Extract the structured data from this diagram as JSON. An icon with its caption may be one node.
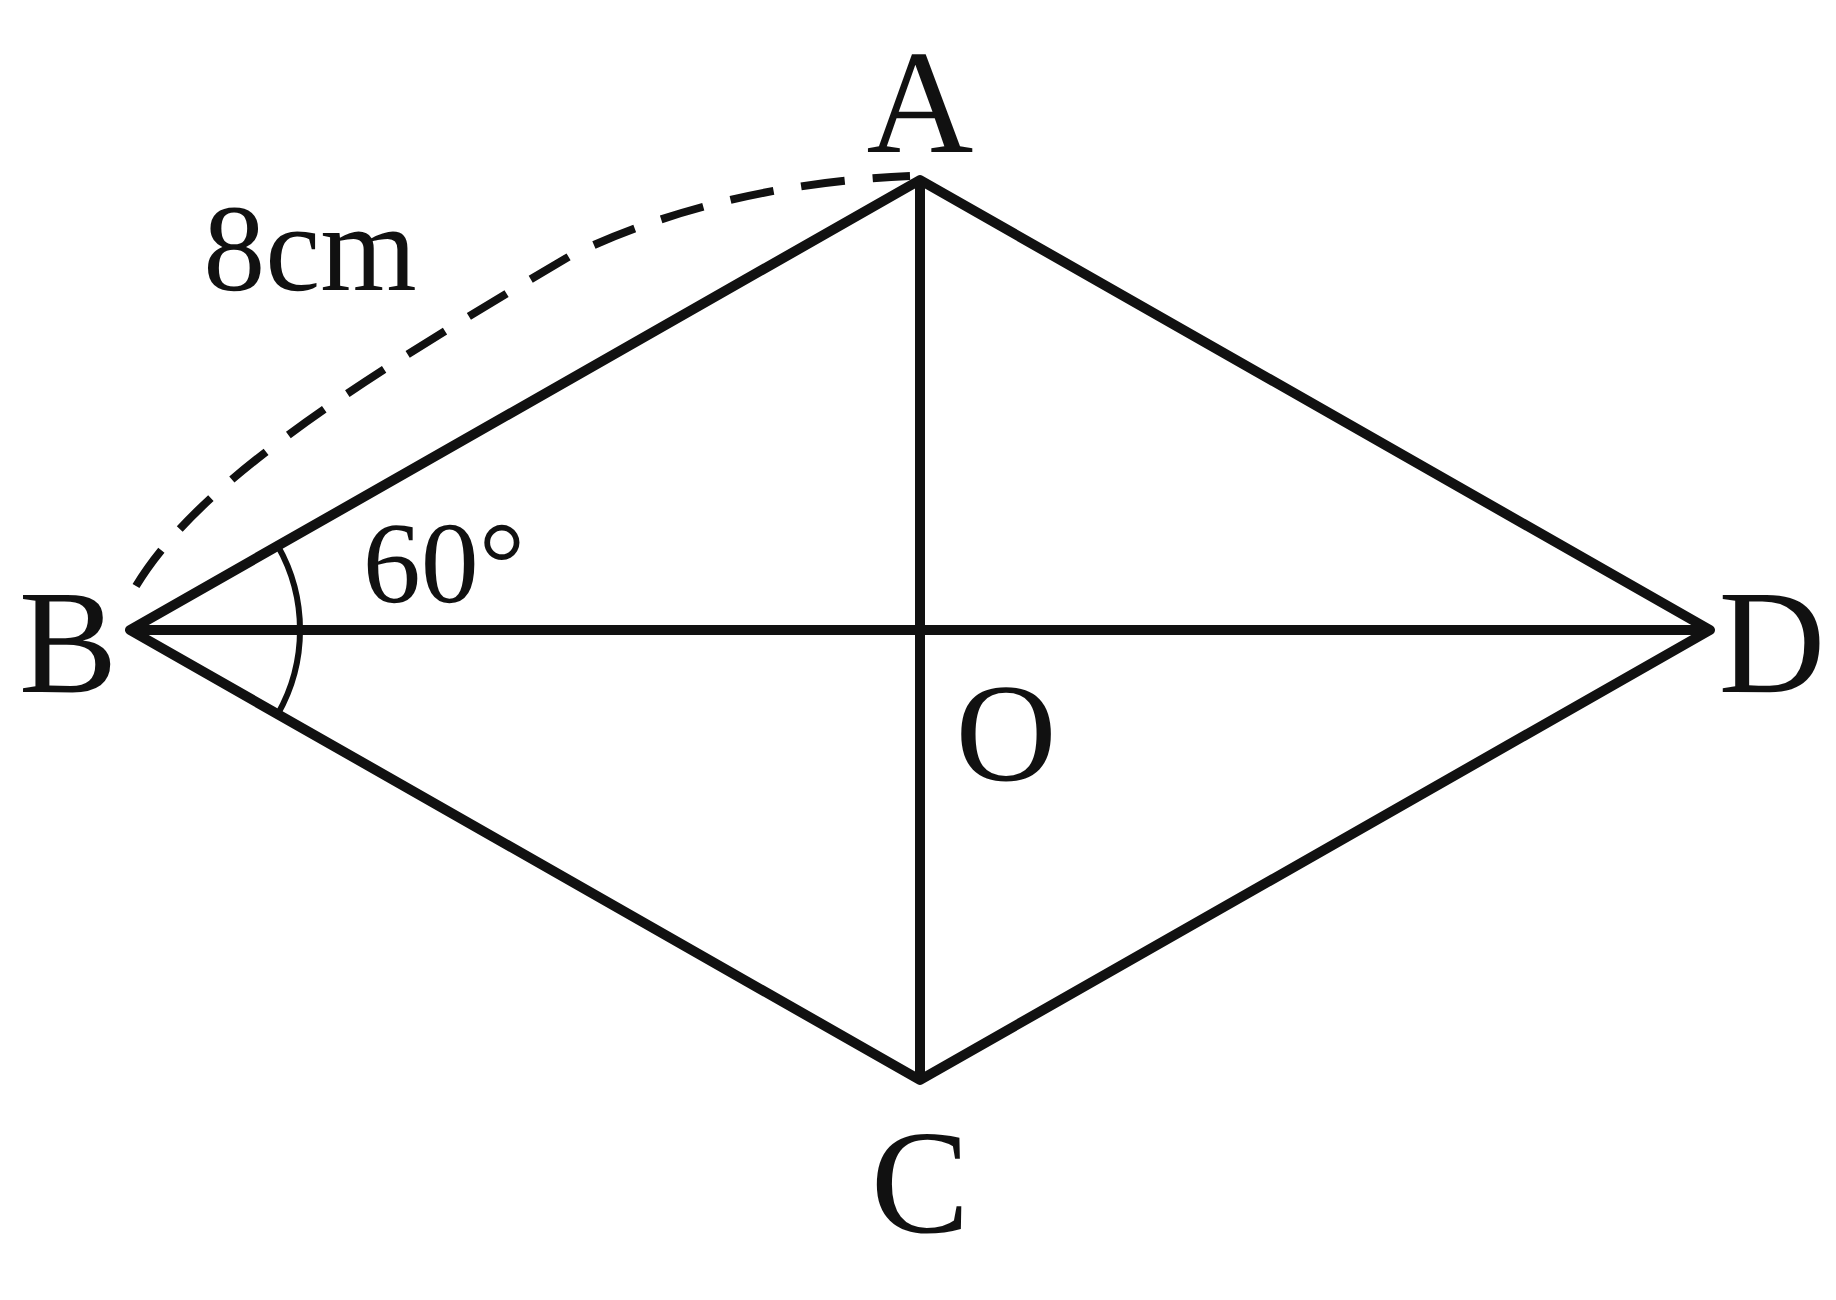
{
  "diagram": {
    "labels": [
      "A",
      "8cm",
      "B",
      "60°",
      "D",
      "O",
      "C"
    ]
  }
}
